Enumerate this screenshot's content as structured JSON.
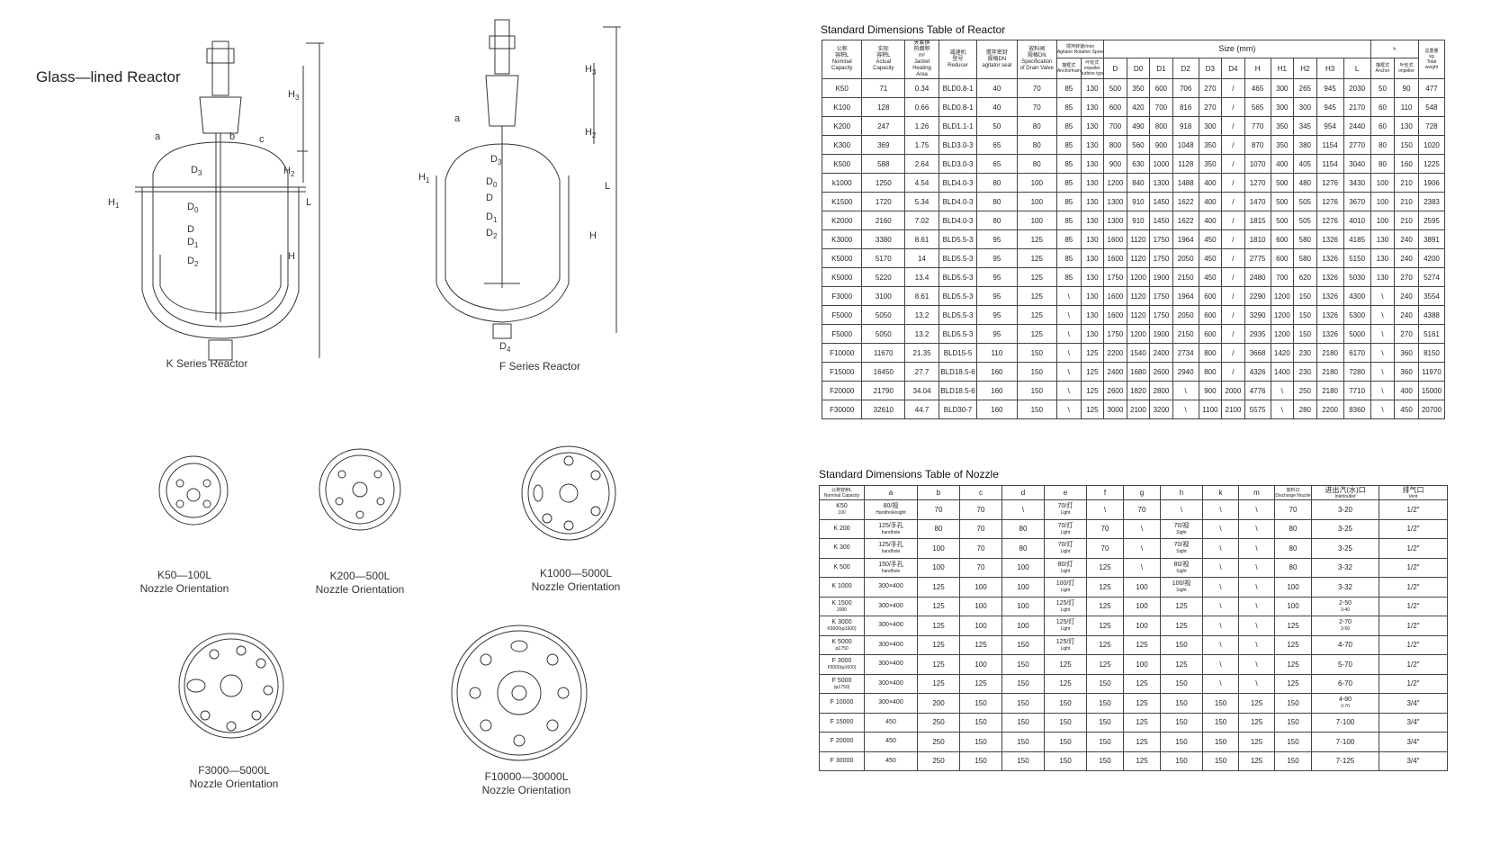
{
  "page_title": "Glass—lined Reactor",
  "diagrams": {
    "k_series": {
      "caption": "K Series Reactor",
      "labels": [
        "a",
        "b",
        "c",
        "D3",
        "D0",
        "D",
        "D1",
        "D2",
        "H1",
        "H2",
        "H3",
        "H",
        "L"
      ]
    },
    "f_series": {
      "caption": "F Series Reactor",
      "labels": [
        "a",
        "D3",
        "D0",
        "D",
        "D1",
        "D2",
        "D4",
        "H1",
        "H2",
        "H3",
        "H",
        "L"
      ]
    },
    "nozzle_k50": {
      "name": "K50—100L",
      "caption": "Nozzle Orientation"
    },
    "nozzle_k200": {
      "name": "K200—500L",
      "caption": "Nozzle Orientation"
    },
    "nozzle_k1000": {
      "name": "K1000—5000L",
      "caption": "Nozzle Orientation"
    },
    "nozzle_f3000": {
      "name": "F3000—5000L",
      "caption": "Nozzle Orientation"
    },
    "nozzle_f10000": {
      "name": "F10000—30000L",
      "caption": "Nozzle Orientation"
    }
  },
  "reactor_table": {
    "title": "Standard Dimensions Table of Reactor",
    "headers": {
      "nominal": [
        "公称",
        "容积L",
        "Nominal",
        "Capacity"
      ],
      "actual": [
        "实际",
        "容积L",
        "Actual",
        "Capacity"
      ],
      "jacket": [
        "夹套换",
        "热面积",
        "m²",
        "Jacket",
        "Heating",
        "Area"
      ],
      "reducer": [
        "减速机",
        "型号",
        "Reducer"
      ],
      "seal": [
        "搅拌密封",
        "规格DN",
        "agitator seal"
      ],
      "valve": [
        "放料阀",
        "规格DN",
        "Specification",
        "of Drain Valve"
      ],
      "speed": [
        "搅拌转速r/min",
        "Agitator Rotation Speed"
      ],
      "anchor": [
        "描框式",
        "Anchorframe"
      ],
      "turbine": [
        "叶轮式",
        "impeller",
        "turbine type"
      ],
      "size": "Size  (mm)",
      "total": [
        "总重量",
        "kg",
        "Total",
        "weight"
      ],
      "h_anchor": [
        "h",
        "描框式",
        "Anchor",
        "叶轮式",
        "impeller"
      ],
      "size_cols": [
        "D",
        "D0",
        "D1",
        "D2",
        "D3",
        "D4",
        "H",
        "H1",
        "H2",
        "H3",
        "L"
      ]
    },
    "rows": [
      [
        "K50",
        "71",
        "0.34",
        "BLD0.8-1",
        "40",
        "70",
        "85",
        "130",
        "500",
        "350",
        "600",
        "706",
        "270",
        "/",
        "465",
        "300",
        "265",
        "945",
        "2030",
        "50",
        "90",
        "477"
      ],
      [
        "K100",
        "128",
        "0.66",
        "BLD0.8-1",
        "40",
        "70",
        "85",
        "130",
        "600",
        "420",
        "700",
        "816",
        "270",
        "/",
        "565",
        "300",
        "300",
        "945",
        "2170",
        "60",
        "110",
        "548"
      ],
      [
        "K200",
        "247",
        "1.26",
        "BLD1.1-1",
        "50",
        "80",
        "85",
        "130",
        "700",
        "490",
        "800",
        "918",
        "300",
        "/",
        "770",
        "350",
        "345",
        "954",
        "2440",
        "60",
        "130",
        "728"
      ],
      [
        "K300",
        "369",
        "1.75",
        "BLD3.0-3",
        "65",
        "80",
        "85",
        "130",
        "800",
        "560",
        "900",
        "1048",
        "350",
        "/",
        "870",
        "350",
        "380",
        "1154",
        "2770",
        "80",
        "150",
        "1020"
      ],
      [
        "K500",
        "588",
        "2.64",
        "BLD3.0-3",
        "65",
        "80",
        "85",
        "130",
        "900",
        "630",
        "1000",
        "1128",
        "350",
        "/",
        "1070",
        "400",
        "405",
        "1154",
        "3040",
        "80",
        "160",
        "1225"
      ],
      [
        "k1000",
        "1250",
        "4.54",
        "BLD4.0-3",
        "80",
        "100",
        "85",
        "130",
        "1200",
        "840",
        "1300",
        "1488",
        "400",
        "/",
        "1270",
        "500",
        "480",
        "1276",
        "3430",
        "100",
        "210",
        "1906"
      ],
      [
        "K1500",
        "1720",
        "5.34",
        "BLD4.0-3",
        "80",
        "100",
        "85",
        "130",
        "1300",
        "910",
        "1450",
        "1622",
        "400",
        "/",
        "1470",
        "500",
        "505",
        "1276",
        "3670",
        "100",
        "210",
        "2383"
      ],
      [
        "K2000",
        "2160",
        "7.02",
        "BLD4.0-3",
        "80",
        "100",
        "85",
        "130",
        "1300",
        "910",
        "1450",
        "1622",
        "400",
        "/",
        "1815",
        "500",
        "505",
        "1276",
        "4010",
        "100",
        "210",
        "2595"
      ],
      [
        "K3000",
        "3380",
        "8.61",
        "BLD5.5-3",
        "95",
        "125",
        "85",
        "130",
        "1600",
        "1120",
        "1750",
        "1964",
        "450",
        "/",
        "1810",
        "600",
        "580",
        "1326",
        "4185",
        "130",
        "240",
        "3891"
      ],
      [
        "K5000",
        "5170",
        "14",
        "BLD5.5-3",
        "95",
        "125",
        "85",
        "130",
        "1600",
        "1120",
        "1750",
        "2050",
        "450",
        "/",
        "2775",
        "600",
        "580",
        "1326",
        "5150",
        "130",
        "240",
        "4200"
      ],
      [
        "K5000",
        "5220",
        "13.4",
        "BLD5.5-3",
        "95",
        "125",
        "85",
        "130",
        "1750",
        "1200",
        "1900",
        "2150",
        "450",
        "/",
        "2480",
        "700",
        "620",
        "1326",
        "5030",
        "130",
        "270",
        "5274"
      ],
      [
        "F3000",
        "3100",
        "8.61",
        "BLD5.5-3",
        "95",
        "125",
        "\\",
        "130",
        "1600",
        "1120",
        "1750",
        "1964",
        "600",
        "/",
        "2290",
        "1200",
        "150",
        "1326",
        "4300",
        "\\",
        "240",
        "3554"
      ],
      [
        "F5000",
        "5050",
        "13.2",
        "BLD5.5-3",
        "95",
        "125",
        "\\",
        "130",
        "1600",
        "1120",
        "1750",
        "2050",
        "600",
        "/",
        "3290",
        "1200",
        "150",
        "1326",
        "5300",
        "\\",
        "240",
        "4388"
      ],
      [
        "F5000",
        "5050",
        "13.2",
        "BLD5.5-3",
        "95",
        "125",
        "\\",
        "130",
        "1750",
        "1200",
        "1900",
        "2150",
        "600",
        "/",
        "2935",
        "1200",
        "150",
        "1326",
        "5000",
        "\\",
        "270",
        "5161"
      ],
      [
        "F10000",
        "11670",
        "21.35",
        "BLD15-5",
        "110",
        "150",
        "\\",
        "125",
        "2200",
        "1540",
        "2400",
        "2734",
        "800",
        "/",
        "3668",
        "1420",
        "230",
        "2180",
        "6170",
        "\\",
        "360",
        "8150"
      ],
      [
        "F15000",
        "16450",
        "27.7",
        "BLD18.5-6",
        "160",
        "150",
        "\\",
        "125",
        "2400",
        "1680",
        "2600",
        "2940",
        "800",
        "/",
        "4326",
        "1400",
        "230",
        "2180",
        "7280",
        "\\",
        "360",
        "11970"
      ],
      [
        "F20000",
        "21790",
        "34.04",
        "BLD18.5-6",
        "160",
        "150",
        "\\",
        "125",
        "2600",
        "1820",
        "2800",
        "\\",
        "900",
        "2000",
        "4776",
        "\\",
        "250",
        "2180",
        "7710",
        "\\",
        "400",
        "15000"
      ],
      [
        "F30000",
        "32610",
        "44.7",
        "BLD30-7",
        "160",
        "150",
        "\\",
        "125",
        "3000",
        "2100",
        "3200",
        "\\",
        "1100",
        "2100",
        "5575",
        "\\",
        "280",
        "2200",
        "8360",
        "\\",
        "450",
        "20700"
      ]
    ]
  },
  "nozzle_table": {
    "title": "Standard Dimensions Table of Nozzle",
    "headers": {
      "nominal": [
        "公称容积L",
        "Nominal Capacity"
      ],
      "cols": [
        "a",
        "b",
        "c",
        "d",
        "e",
        "f",
        "g",
        "h",
        "k",
        "m"
      ],
      "discharge": [
        "放料口",
        "Discharge Nozzle"
      ],
      "inlet": [
        "进出汽(水)口",
        "Inlet/outlet"
      ],
      "vent": [
        "排气口",
        "Vent"
      ]
    },
    "rows": [
      [
        [
          "K50",
          "100"
        ],
        [
          "80/视",
          "Handhole/sight"
        ],
        "70",
        "70",
        "\\",
        [
          "70/灯",
          "Light"
        ],
        "\\",
        "70",
        "\\",
        "\\",
        "\\",
        "70",
        "3-20",
        "1/2″"
      ],
      [
        [
          "K 200"
        ],
        [
          "125/手孔",
          "handhole"
        ],
        "80",
        "70",
        "80",
        [
          "70/灯",
          "Light"
        ],
        "70",
        "\\",
        [
          "70/视",
          "Sight"
        ],
        "\\",
        "\\",
        "80",
        "3-25",
        "1/2″"
      ],
      [
        [
          "K 300"
        ],
        [
          "125/手孔",
          "handhole"
        ],
        "100",
        "70",
        "80",
        [
          "70/灯",
          "Light"
        ],
        "70",
        "\\",
        [
          "70/视",
          "Sight"
        ],
        "\\",
        "\\",
        "80",
        "3-25",
        "1/2″"
      ],
      [
        [
          "K 500"
        ],
        [
          "150/手孔",
          "handhole"
        ],
        "100",
        "70",
        "100",
        [
          "80/灯",
          "Light"
        ],
        "125",
        "\\",
        [
          "80/视",
          "Sight"
        ],
        "\\",
        "\\",
        "80",
        "3-32",
        "1/2″"
      ],
      [
        [
          "K 1000"
        ],
        [
          "300×400"
        ],
        "125",
        "100",
        "100",
        [
          "100/灯",
          "Light"
        ],
        "125",
        "100",
        [
          "100/视",
          "Sight"
        ],
        "\\",
        "\\",
        "100",
        "3-32",
        "1/2″"
      ],
      [
        [
          "K 1500",
          "2000"
        ],
        [
          "300×400"
        ],
        "125",
        "100",
        "100",
        [
          "125/灯",
          "Light"
        ],
        "125",
        "100",
        "125",
        "\\",
        "\\",
        "100",
        [
          "2-50",
          "3-40"
        ],
        "1/2″"
      ],
      [
        [
          "K 3000",
          "K5000(φ1600)"
        ],
        [
          "300×400"
        ],
        "125",
        "100",
        "100",
        [
          "125/灯",
          "Light"
        ],
        "125",
        "100",
        "125",
        "\\",
        "\\",
        "125",
        [
          "2-70",
          "3-50"
        ],
        "1/2″"
      ],
      [
        [
          "K 5000",
          "φ1750"
        ],
        [
          "300×400"
        ],
        "125",
        "125",
        "150",
        [
          "125/灯",
          "Light"
        ],
        "125",
        "125",
        "150",
        "\\",
        "\\",
        "125",
        "4-70",
        "1/2″"
      ],
      [
        [
          "F 3000",
          "F5000(φ1600)"
        ],
        [
          "300×400"
        ],
        "125",
        "100",
        "150",
        "125",
        "125",
        "100",
        "125",
        "\\",
        "\\",
        "125",
        "5-70",
        "1/2″"
      ],
      [
        [
          "F 5000",
          "(φ1750)"
        ],
        [
          "300×400"
        ],
        "125",
        "125",
        "150",
        "125",
        "150",
        "125",
        "150",
        "\\",
        "\\",
        "125",
        "6-70",
        "1/2″"
      ],
      [
        [
          "F 10000"
        ],
        [
          "300×400"
        ],
        "200",
        "150",
        "150",
        "150",
        "150",
        "125",
        "150",
        "150",
        "125",
        "150",
        [
          "4-80",
          "3-70"
        ],
        "3/4″"
      ],
      [
        [
          "F 15000"
        ],
        [
          "450"
        ],
        "250",
        "150",
        "150",
        "150",
        "150",
        "125",
        "150",
        "150",
        "125",
        "150",
        "7-100",
        "3/4″"
      ],
      [
        [
          "F 20000"
        ],
        [
          "450"
        ],
        "250",
        "150",
        "150",
        "150",
        "150",
        "125",
        "150",
        "150",
        "125",
        "150",
        "7-100",
        "3/4″"
      ],
      [
        [
          "F 30000"
        ],
        [
          "450"
        ],
        "250",
        "150",
        "150",
        "150",
        "150",
        "125",
        "150",
        "150",
        "125",
        "150",
        "7-125",
        "3/4″"
      ]
    ]
  }
}
